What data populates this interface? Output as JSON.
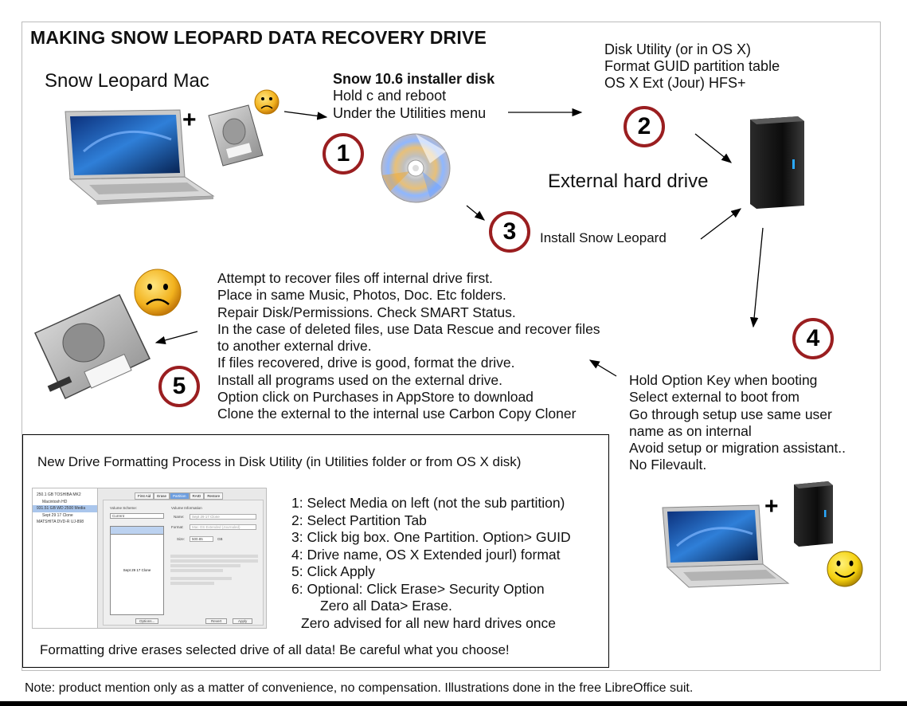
{
  "title": "MAKING SNOW LEOPARD DATA RECOVERY DRIVE",
  "start_label": "Snow Leopard Mac",
  "plus_sign": "+",
  "installer": {
    "heading": "Snow 10.6 installer disk",
    "line1": "Hold c and reboot",
    "line2": "Under the Utilities menu"
  },
  "disk_utility": {
    "line1": "Disk Utility (or in OS X)",
    "line2": "Format GUID partition table",
    "line3": "OS X Ext (Jour)  HFS+"
  },
  "external_label": "External hard drive",
  "install_label": "Install Snow Leopard",
  "steps": {
    "s1": "1",
    "s2": "2",
    "s3": "3",
    "s4": "4",
    "s5": "5"
  },
  "step4_lines": [
    "Hold Option Key when booting",
    "Select external to boot from",
    "Go through setup use same user",
    "name as on internal",
    "Avoid setup or migration assistant..",
    "No Filevault."
  ],
  "step5_lines": [
    "Attempt to recover files off internal drive first.",
    "Place in same Music, Photos, Doc. Etc folders.",
    "Repair Disk/Permissions. Check SMART Status.",
    "In the case of deleted files, use Data Rescue and recover files",
    "to another external drive.",
    "If files recovered, drive is good, format the drive.",
    "Install all programs used on the external drive.",
    "Option click on Purchases in AppStore to download",
    "Clone the external to the internal use Carbon Copy Cloner"
  ],
  "process": {
    "title": "New Drive Formatting Process in Disk Utility (in Utilities folder or from OS X disk)",
    "steps": [
      "1: Select Media on left (not the sub partition)",
      "2: Select Partition Tab",
      "3: Click big box. One Partition. Option> GUID",
      "4: Drive name, OS X Extended jourl) format",
      "5: Click Apply",
      "6: Optional: Click Erase> Security Option",
      "Zero all Data> Erase.",
      "Zero advised for all new hard drives once"
    ],
    "warning": "Formatting drive erases selected drive of all data! Be careful what you choose!"
  },
  "du_screenshot": {
    "sidebar": [
      "250.1 GB TOSHIBA MK2",
      "Macintosh HD",
      "931.51 GB WD 2500 Media",
      "Sept 29 17 Clone",
      "MATSHITA DVD-R UJ-898"
    ],
    "tabs": [
      "First Aid",
      "Erase",
      "Partition",
      "RAID",
      "Restore"
    ],
    "scheme_label": "Volume Scheme:",
    "scheme_value": "Current",
    "info_label": "Volume Information",
    "name_label": "Name:",
    "name_value": "Sept 29 17 Clone",
    "format_label": "Format:",
    "format_value": "Mac OS Extended (Journaled)",
    "size_label": "Size:",
    "size_value": "500.85",
    "size_unit": "GB",
    "partition_label": "Sept 29 17 Clone",
    "options_button": "Options...",
    "revert_button": "Revert",
    "apply_button": "Apply"
  },
  "footnote": "Note: product mention only as a matter of convenience, no compensation. Illustrations done in the free LibreOffice suit."
}
